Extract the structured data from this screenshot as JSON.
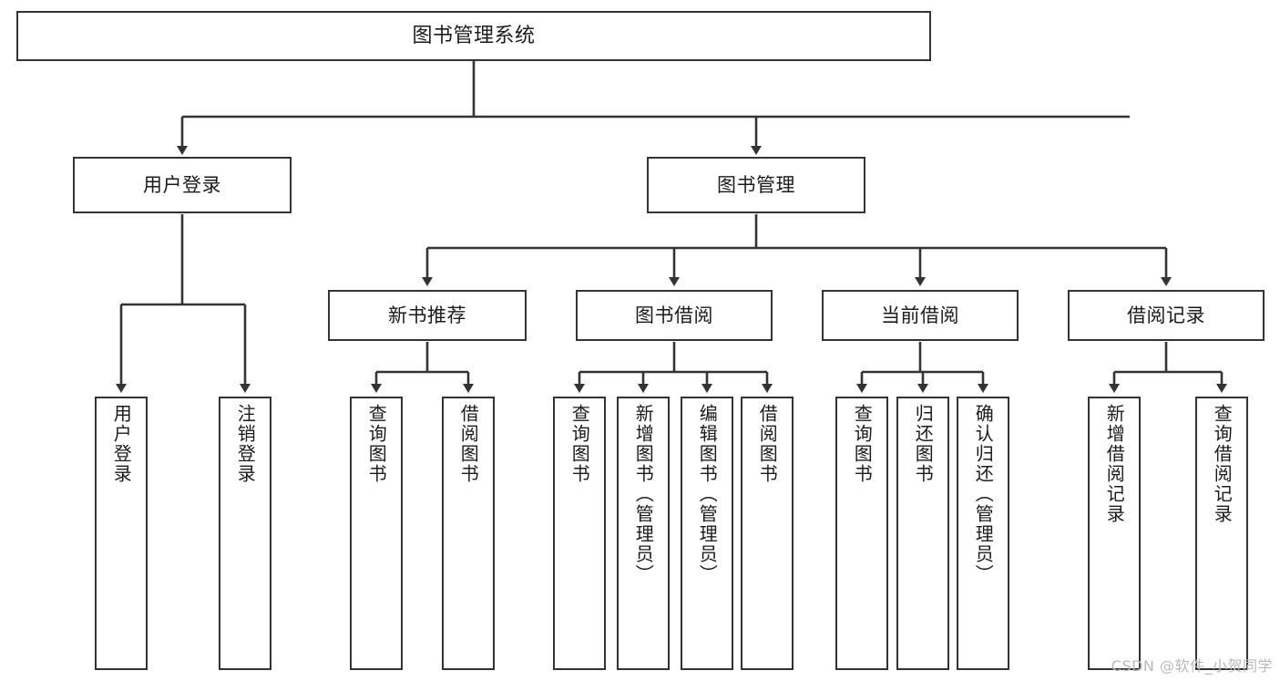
{
  "diagram": {
    "type": "tree-hierarchy",
    "title": "图书管理系统",
    "orientation": "top-down",
    "colors": {
      "box_border": "#333333",
      "box_fill": "#ffffff",
      "connector": "#333333",
      "text": "#1b1b1b",
      "watermark": "#b9b9b9",
      "background": "#ffffff"
    },
    "root": {
      "label": "图书管理系统"
    },
    "level2": [
      {
        "label": "用户登录"
      },
      {
        "label": "图书管理"
      }
    ],
    "level3": [
      {
        "label": "新书推荐"
      },
      {
        "label": "图书借阅"
      },
      {
        "label": "当前借阅"
      },
      {
        "label": "借阅记录"
      }
    ],
    "leaves": {
      "user_login": [
        {
          "label": "用户登录"
        },
        {
          "label": "注销登录"
        }
      ],
      "new_book_recommend": [
        {
          "label": "查询图书"
        },
        {
          "label": "借阅图书"
        }
      ],
      "book_borrow": [
        {
          "label": "查询图书"
        },
        {
          "label": "新增图书（管理员）"
        },
        {
          "label": "编辑图书（管理员）"
        },
        {
          "label": "借阅图书"
        }
      ],
      "current_borrow": [
        {
          "label": "查询图书"
        },
        {
          "label": "归还图书"
        },
        {
          "label": "确认归还（管理员）"
        }
      ],
      "borrow_record": [
        {
          "label": "新增借阅记录"
        },
        {
          "label": "查询借阅记录"
        }
      ]
    }
  },
  "watermark": {
    "text": "CSDN @软件_小贺同学"
  }
}
